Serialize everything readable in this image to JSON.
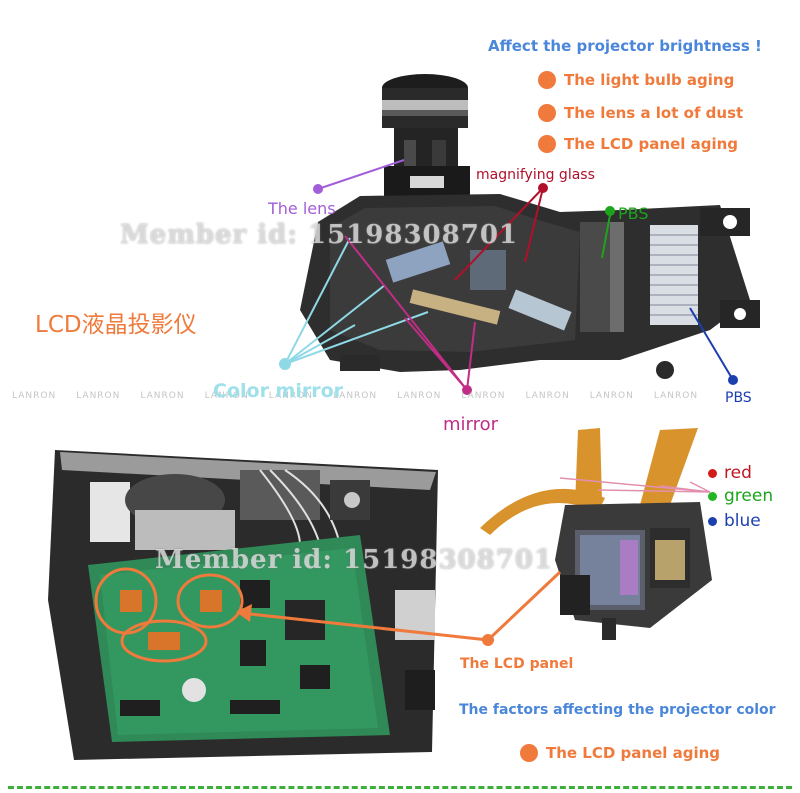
{
  "brightness": {
    "title": "Affect the projector brightness !",
    "factors": [
      "The light bulb aging",
      "The lens a lot of dust",
      "The LCD panel aging"
    ]
  },
  "labels": {
    "lens": "The lens",
    "magnifying_glass": "magnifying glass",
    "pbs_top": "PBS",
    "pbs_right": "PBS",
    "color_mirror": "Color mirror",
    "mirror": "mirror",
    "lcd_title": "LCD液晶投影仪",
    "lcd_panel": "The LCD panel",
    "red": "red",
    "green": "green",
    "blue": "blue"
  },
  "color_factors": {
    "title": "The factors affecting the projector color",
    "items": [
      "The LCD panel aging"
    ]
  },
  "watermarks": {
    "lanron": "LANRON",
    "member_id": "Member id: 15198308701"
  },
  "colors": {
    "accent_orange": "#ef7a3b",
    "header_blue": "#4a86d9",
    "lens_purple": "#a25dd8",
    "mirror_pink": "#c12d86",
    "pbs_green": "#1ca51c",
    "pbs_blue": "#1c3fb0",
    "magnify_red": "#b0102a",
    "color_mirror_cyan": "#9fe0ea",
    "dash_green": "#3cae3c"
  }
}
